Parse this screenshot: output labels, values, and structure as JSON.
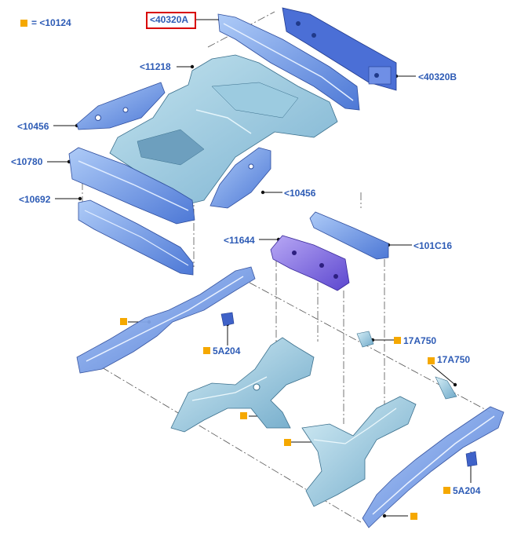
{
  "legend": {
    "text": "= <10124",
    "color": "#f5a800"
  },
  "labels": {
    "p40320A": "<40320A",
    "p40320B": "<40320B",
    "p11218": "<11218",
    "p10456a": "<10456",
    "p10456b": "<10456",
    "p10780": "<10780",
    "p10692": "<10692",
    "p11644": "<11644",
    "p101C16": "<101C16",
    "p5A204a": "5A204",
    "p5A204b": "5A204",
    "p17A750a": "17A750",
    "p17A750b": "17A750"
  },
  "colors": {
    "label": "#2d5bb5",
    "marker": "#f5a800",
    "highlight": "#d80000",
    "upper_parts": "#7aa2e8",
    "floor_pan": "#8fc3de",
    "crossmember": "#7f6be0",
    "frame_rails": "#a3d1e2"
  }
}
